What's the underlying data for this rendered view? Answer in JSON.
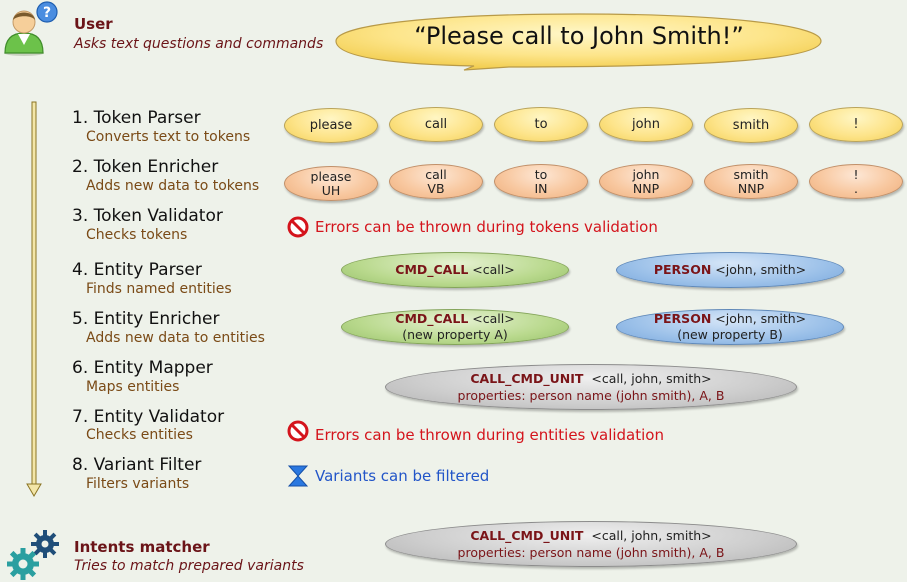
{
  "user": {
    "title": "User",
    "subtitle": "Asks text questions and commands"
  },
  "speech": {
    "text": "“Please call to John Smith!”"
  },
  "steps": [
    {
      "title": "1. Token Parser",
      "subtitle": "Converts text to tokens"
    },
    {
      "title": "2. Token Enricher",
      "subtitle": "Adds new data to tokens"
    },
    {
      "title": "3. Token Validator",
      "subtitle": "Checks tokens"
    },
    {
      "title": "4. Entity Parser",
      "subtitle": "Finds named entities"
    },
    {
      "title": "5. Entity Enricher",
      "subtitle": "Adds new data to entities"
    },
    {
      "title": "6. Entity Mapper",
      "subtitle": "Maps entities"
    },
    {
      "title": "7. Entity Validator",
      "subtitle": "Checks entities"
    },
    {
      "title": "8. Variant Filter",
      "subtitle": "Filters variants"
    }
  ],
  "tokens": [
    "please",
    "call",
    "to",
    "john",
    "smith",
    "!"
  ],
  "enriched_tokens": [
    {
      "word": "please",
      "tag": "UH"
    },
    {
      "word": "call",
      "tag": "VB"
    },
    {
      "word": "to",
      "tag": "IN"
    },
    {
      "word": "john",
      "tag": "NNP"
    },
    {
      "word": "smith",
      "tag": "NNP"
    },
    {
      "word": "!",
      "tag": "."
    }
  ],
  "token_validation": {
    "text": "Errors can be thrown during tokens validation"
  },
  "entities": {
    "cmd": {
      "name": "CMD_CALL",
      "value": "<call>"
    },
    "person": {
      "name": "PERSON",
      "value": "<john, smith>"
    }
  },
  "enriched_entities": {
    "cmd": {
      "name": "CMD_CALL",
      "value": "<call>",
      "extra": "(new property A)"
    },
    "person": {
      "name": "PERSON",
      "value": "<john, smith>",
      "extra": "(new property B)"
    }
  },
  "mapped": {
    "name": "CALL_CMD_UNIT",
    "value": "<call, john, smith>",
    "properties": "properties: person name (john smith), A, B"
  },
  "entity_validation": {
    "text": "Errors can be thrown during entities validation"
  },
  "variant_filter": {
    "text": "Variants can be filtered"
  },
  "intents": {
    "title": "Intents matcher",
    "subtitle": "Tries to match prepared variants",
    "name": "CALL_CMD_UNIT",
    "value": "<call, john, smith>",
    "properties": "properties: person name (john smith), A, B"
  }
}
